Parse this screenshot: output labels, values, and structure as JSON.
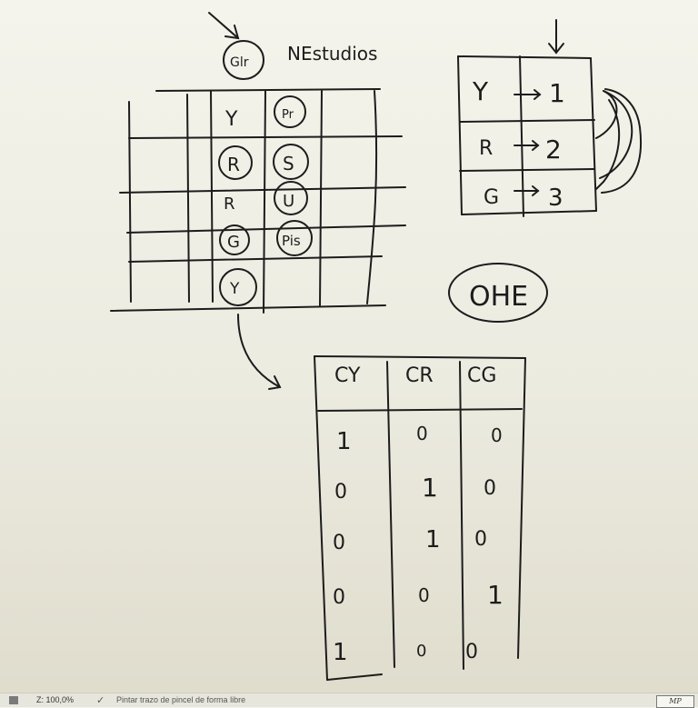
{
  "notes": {
    "circle_label": "Glr",
    "title": "NEstudios",
    "grid_cells": {
      "r1c3": "Y",
      "r1c4": "Pr",
      "r2c3": "R",
      "r2c4": "S",
      "r3c3": "R",
      "r3c4": "U",
      "r4c3": "G",
      "r4c4": "Pis",
      "r5c3": "Y"
    },
    "mapping_table": [
      {
        "key": "Y",
        "value": "1"
      },
      {
        "key": "R",
        "value": "2"
      },
      {
        "key": "G",
        "value": "3"
      }
    ],
    "ohe_label": "OHE",
    "onehot_table": {
      "headers": [
        "CY",
        "CR",
        "CG"
      ],
      "rows": [
        [
          "1",
          "0",
          "0"
        ],
        [
          "0",
          "1",
          "0"
        ],
        [
          "0",
          "1",
          "0"
        ],
        [
          "0",
          "0",
          "1"
        ],
        [
          "1",
          "0",
          "0"
        ]
      ]
    }
  },
  "status_bar": {
    "zoom": "Z: 100,0%",
    "status_text": "Pintar trazo de pincel de forma libre",
    "logo_text": "MP"
  }
}
